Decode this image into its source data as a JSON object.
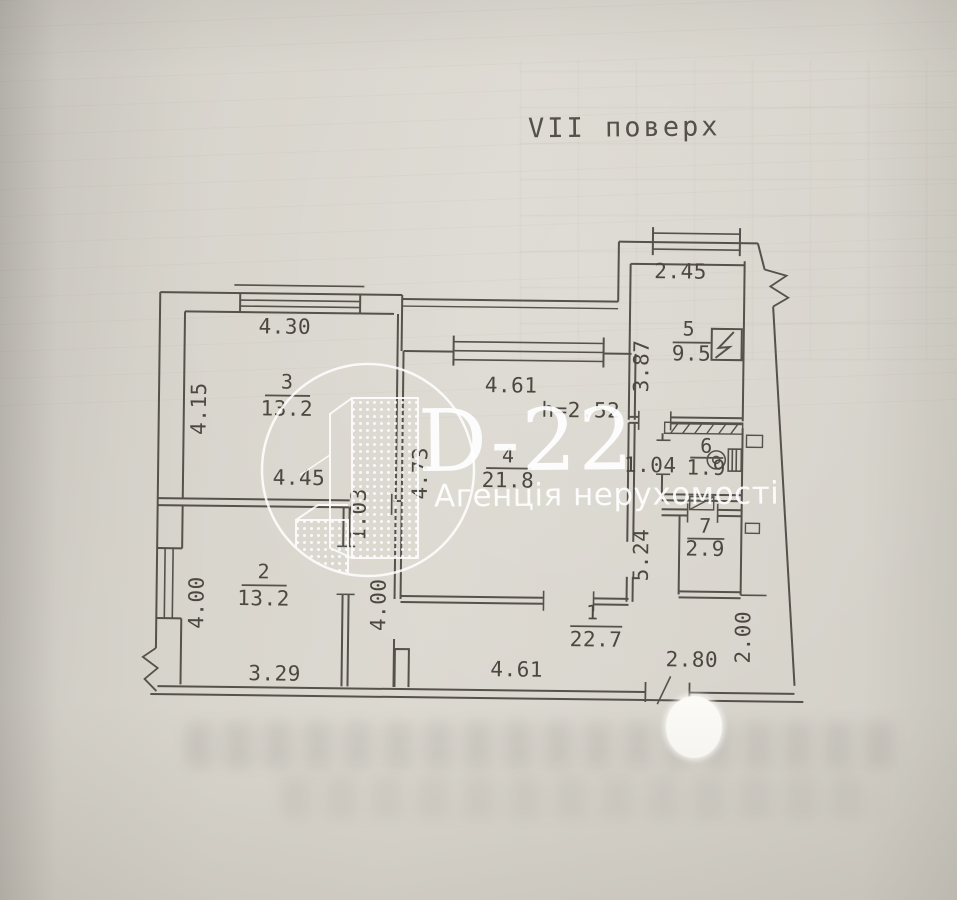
{
  "page": {
    "title": "VII поверх"
  },
  "watermark": {
    "brand": "D-22",
    "agency": "Агенція нерухомості",
    "logo_icon": "buildings-in-circle-icon",
    "color": "#ffffff"
  },
  "plan": {
    "ceiling_height": "h=2.52",
    "line_color": "#55514b",
    "paper_color": "#d8d5cd",
    "rooms": [
      {
        "number": "1",
        "area": "22.7"
      },
      {
        "number": "2",
        "area": "13.2"
      },
      {
        "number": "3",
        "area": "13.2"
      },
      {
        "number": "4",
        "area": "21.8"
      },
      {
        "number": "5",
        "area": "9.5"
      },
      {
        "number": "6",
        "area": "1.9"
      },
      {
        "number": "7",
        "area": "2.9"
      }
    ],
    "dims": {
      "room3_top": "4.30",
      "room3_left": "4.15",
      "room3_bottom": "4.45",
      "room2_left": "4.00",
      "room2_bottom": "3.29",
      "hall_strip_height": "4.00",
      "hall_strip_width": "1.03",
      "room4_top": "4.61",
      "room4_left": "4.73",
      "room5_top": "2.45",
      "room5_left": "3.87",
      "room6_left": "1.04",
      "bath_lobby_height": "5.24",
      "hall_bottom": "4.61",
      "hall_bottom_right": "2.80",
      "hall_right": "2.00"
    },
    "icons": {
      "electric_panel": "lightning-in-square",
      "toilet": "wc-toilet",
      "vent_shaft": "hatched-duct"
    }
  }
}
